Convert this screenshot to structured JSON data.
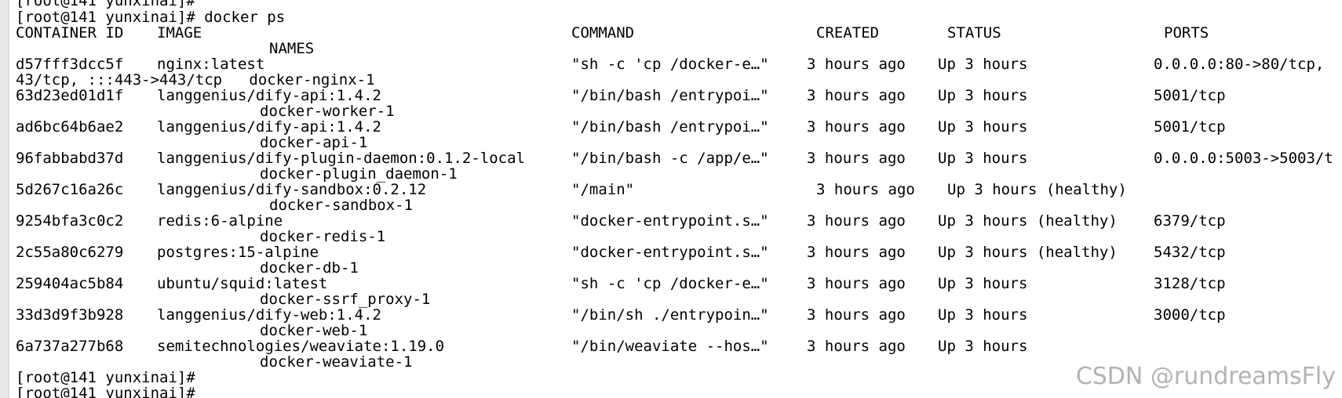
{
  "terminal": {
    "prompt_prev": "[root@141 yunxinai]#",
    "command_line": "[root@141 yunxinai]# docker ps",
    "headers": {
      "container_id": "CONTAINER ID",
      "image": "IMAGE",
      "command": "COMMAND",
      "created": "CREATED",
      "status": "STATUS",
      "ports": "PORTS",
      "names": "NAMES"
    },
    "rows": [
      {
        "id": "d57fff3dcc5f",
        "image": "nginx:latest",
        "command": "\"sh -c 'cp /docker-e…\"",
        "created": "3 hours ago",
        "status": "Up 3 hours",
        "ports": "0.0.0.0:80->80/tcp,",
        "names": "43/tcp, :::443->443/tcp   docker-nginx-1"
      },
      {
        "id": "63d23ed01d1f",
        "image": "langgenius/dify-api:1.4.2",
        "command": "\"/bin/bash /entrypoi…\"",
        "created": "3 hours ago",
        "status": "Up 3 hours",
        "ports": "5001/tcp",
        "names": "docker-worker-1"
      },
      {
        "id": "ad6bc64b6ae2",
        "image": "langgenius/dify-api:1.4.2",
        "command": "\"/bin/bash /entrypoi…\"",
        "created": "3 hours ago",
        "status": "Up 3 hours",
        "ports": "5001/tcp",
        "names": "docker-api-1"
      },
      {
        "id": "96fabbabd37d",
        "image": "langgenius/dify-plugin-daemon:0.1.2-local",
        "command": "\"/bin/bash -c /app/e…\"",
        "created": "3 hours ago",
        "status": "Up 3 hours",
        "ports": "0.0.0.0:5003->5003/t",
        "names": "docker-plugin_daemon-1"
      },
      {
        "id": "5d267c16a26c",
        "image": "langgenius/dify-sandbox:0.2.12",
        "command": "\"/main\"",
        "created": "3 hours ago",
        "status": "Up 3 hours (healthy)",
        "ports": "",
        "names": "docker-sandbox-1"
      },
      {
        "id": "9254bfa3c0c2",
        "image": "redis:6-alpine",
        "command": "\"docker-entrypoint.s…\"",
        "created": "3 hours ago",
        "status": "Up 3 hours (healthy)",
        "ports": "6379/tcp",
        "names": "docker-redis-1"
      },
      {
        "id": "2c55a80c6279",
        "image": "postgres:15-alpine",
        "command": "\"docker-entrypoint.s…\"",
        "created": "3 hours ago",
        "status": "Up 3 hours (healthy)",
        "ports": "5432/tcp",
        "names": "docker-db-1"
      },
      {
        "id": "259404ac5b84",
        "image": "ubuntu/squid:latest",
        "command": "\"sh -c 'cp /docker-e…\"",
        "created": "3 hours ago",
        "status": "Up 3 hours",
        "ports": "3128/tcp",
        "names": "docker-ssrf_proxy-1"
      },
      {
        "id": "33d3d9f3b928",
        "image": "langgenius/dify-web:1.4.2",
        "command": "\"/bin/sh ./entrypoin…\"",
        "created": "3 hours ago",
        "status": "Up 3 hours",
        "ports": "3000/tcp",
        "names": "docker-web-1"
      },
      {
        "id": "6a737a277b68",
        "image": "semitechnologies/weaviate:1.19.0",
        "command": "\"/bin/weaviate --hos…\"",
        "created": "3 hours ago",
        "status": "Up 3 hours",
        "ports": "",
        "names": "docker-weaviate-1"
      }
    ],
    "prompt_after_1": "[root@141 yunxinai]#",
    "prompt_after_2": "[root@141 yunxinai]#"
  },
  "watermark": "CSDN @rundreamsFly"
}
